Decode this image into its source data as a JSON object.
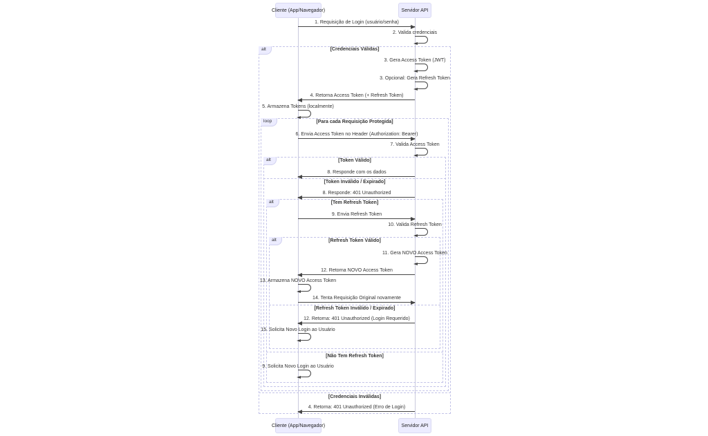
{
  "diagram": {
    "type": "sequence-diagram",
    "colors": {
      "participant_fill": "#ECECFF",
      "frame_border": "#CCCCFF",
      "arrow": "#333333",
      "text": "#333333",
      "background": "#FFFFFF"
    },
    "participants": [
      {
        "label": "Cliente (App/Navegador)"
      },
      {
        "label": "Servidor API"
      }
    ],
    "frames": [
      {
        "type": "alt",
        "sections": [
          "[Credenciais Válidas]",
          "[Credenciais Inválidas]"
        ]
      },
      {
        "type": "loop",
        "sections": [
          "[Para cada Requisição Protegida]"
        ]
      },
      {
        "type": "alt",
        "sections": [
          "[Token Válido]",
          "[Token Inválido / Expirado]"
        ]
      },
      {
        "type": "alt",
        "sections": [
          "[Tem Refresh Token]",
          "[Não Tem Refresh Token]"
        ]
      },
      {
        "type": "alt",
        "sections": [
          "[Refresh Token Válido]",
          "[Refresh Token Inválido / Expirado]"
        ]
      }
    ],
    "messages": [
      {
        "text": "1. Requisição de Login (usuário/senha)",
        "from": "Cliente (App/Navegador)",
        "to": "Servidor API",
        "kind": "solid-arrow"
      },
      {
        "text": "2. Valida credenciais",
        "from": "Servidor API",
        "to": "Servidor API",
        "kind": "self"
      },
      {
        "text": "3. Gera Access Token (JWT)",
        "from": "Servidor API",
        "to": "Servidor API",
        "kind": "self"
      },
      {
        "text": "3. Opcional: Gera Refresh Token",
        "from": "Servidor API",
        "to": "Servidor API",
        "kind": "self"
      },
      {
        "text": "4. Retorna Access Token (+ Refresh Token)",
        "from": "Servidor API",
        "to": "Cliente (App/Navegador)",
        "kind": "solid-arrow"
      },
      {
        "text": "5. Armazena Tokens (localmente)",
        "from": "Cliente (App/Navegador)",
        "to": "Cliente (App/Navegador)",
        "kind": "self"
      },
      {
        "text": "6. Envia Access Token no Header (Authorization: Bearer)",
        "from": "Cliente (App/Navegador)",
        "to": "Servidor API",
        "kind": "solid-arrow"
      },
      {
        "text": "7. Valida Access Token",
        "from": "Servidor API",
        "to": "Servidor API",
        "kind": "self"
      },
      {
        "text": "8. Responde com os dados",
        "from": "Servidor API",
        "to": "Cliente (App/Navegador)",
        "kind": "solid-arrow"
      },
      {
        "text": "8. Responde: 401 Unauthorized",
        "from": "Servidor API",
        "to": "Cliente (App/Navegador)",
        "kind": "solid-arrow"
      },
      {
        "text": "9. Envia Refresh Token",
        "from": "Cliente (App/Navegador)",
        "to": "Servidor API",
        "kind": "solid-arrow"
      },
      {
        "text": "10. Valida Refresh Token",
        "from": "Servidor API",
        "to": "Servidor API",
        "kind": "self"
      },
      {
        "text": "11. Gera NOVO Access Token",
        "from": "Servidor API",
        "to": "Servidor API",
        "kind": "self"
      },
      {
        "text": "12. Retorna NOVO Access Token",
        "from": "Servidor API",
        "to": "Cliente (App/Navegador)",
        "kind": "solid-arrow"
      },
      {
        "text": "13. Armazena NOVO Access Token",
        "from": "Cliente (App/Navegador)",
        "to": "Cliente (App/Navegador)",
        "kind": "self"
      },
      {
        "text": "14. Tenta Requisição Original novamente",
        "from": "Cliente (App/Navegador)",
        "to": "Servidor API",
        "kind": "solid-arrow"
      },
      {
        "text": "12. Retorna: 401 Unauthorized (Login Requerido)",
        "from": "Servidor API",
        "to": "Cliente (App/Navegador)",
        "kind": "solid-arrow"
      },
      {
        "text": "15. Solicita Novo Login ao Usuário",
        "from": "Cliente (App/Navegador)",
        "to": "Cliente (App/Navegador)",
        "kind": "self"
      },
      {
        "text": "9. Solicita Novo Login ao Usuário",
        "from": "Cliente (App/Navegador)",
        "to": "Cliente (App/Navegador)",
        "kind": "self"
      },
      {
        "text": "4. Retorna: 401 Unauthorized (Erro de Login)",
        "from": "Servidor API",
        "to": "Cliente (App/Navegador)",
        "kind": "solid-arrow"
      }
    ]
  }
}
